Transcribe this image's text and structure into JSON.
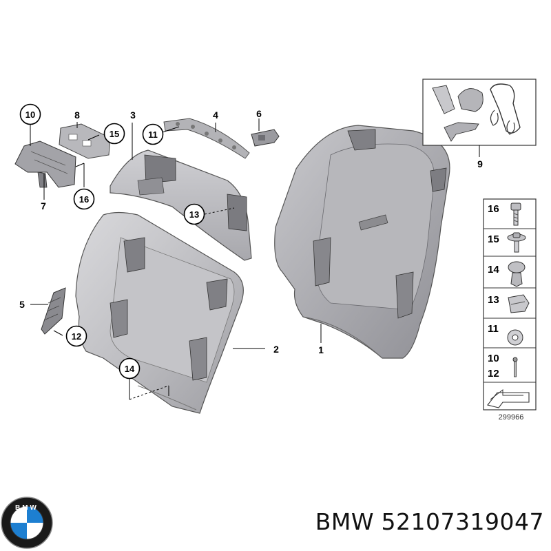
{
  "diagram": {
    "part_labels": {
      "p1": "1",
      "p2": "2",
      "p3": "3",
      "p4": "4",
      "p5": "5",
      "p6": "6",
      "p7": "7",
      "p8": "8",
      "p9": "9"
    },
    "callouts": {
      "c10": "10",
      "c11": "11",
      "c12": "12",
      "c13": "13",
      "c14": "14",
      "c15": "15",
      "c16": "16"
    },
    "legend": {
      "items": [
        {
          "num": "16",
          "icon": "bolt-icon"
        },
        {
          "num": "15",
          "icon": "flange-screw-icon"
        },
        {
          "num": "14",
          "icon": "expanding-rivet-icon"
        },
        {
          "num": "13",
          "icon": "spring-nut-icon"
        },
        {
          "num": "11",
          "icon": "lock-washer-icon"
        },
        {
          "num": "10",
          "icon": "pin-icon"
        },
        {
          "num": "12",
          "icon": "pin-icon"
        }
      ],
      "reference": "299966"
    }
  },
  "brand": {
    "logo_icon": "bmw-logo-icon",
    "logo_text": "BMW",
    "name": "BMW",
    "part_number": "52107319047"
  }
}
